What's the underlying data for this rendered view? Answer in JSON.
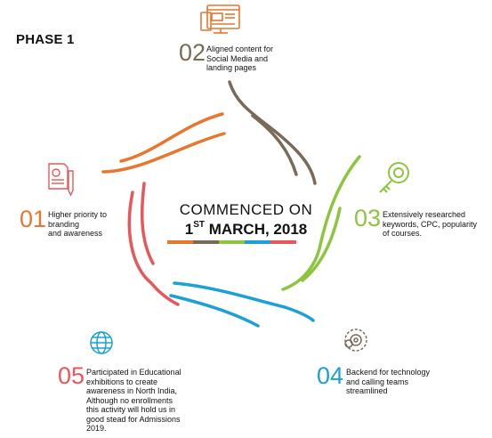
{
  "phase_label": "PHASE 1",
  "center": {
    "title": "COMMENCED ON",
    "date_day": "1",
    "date_suffix": "ST",
    "date_rest": " MARCH, 2018"
  },
  "steps": [
    {
      "number": "01",
      "text": "Higher priority to\nbranding\nand awareness",
      "color": "#e8762d",
      "icon": "document-pen-icon"
    },
    {
      "number": "02",
      "text": "Aligned content for\nSocial Media and\nlanding pages",
      "color": "#7a6a58",
      "icon": "browser-windows-icon"
    },
    {
      "number": "03",
      "text": "Extensively researched\nkeywords, CPC, popularity\nof courses.",
      "color": "#8cc63f",
      "icon": "key-icon"
    },
    {
      "number": "04",
      "text": "Backend for technology\nand calling teams\nstreamlined",
      "color": "#1ba1d3",
      "icon": "gears-icon"
    },
    {
      "number": "05",
      "text": "Participated in Educational\nexhibitions to create\nawareness in North India,\nAlthough no enrollments\nthis activity will hold us in\ngood stead for Admissions\n2019.",
      "color": "#e8575a",
      "icon": "globe-icon"
    }
  ],
  "colors": {
    "orange": "#e8762d",
    "brown": "#7a6a58",
    "green": "#8cc63f",
    "blue": "#1ba1d3",
    "red": "#e8575a"
  }
}
